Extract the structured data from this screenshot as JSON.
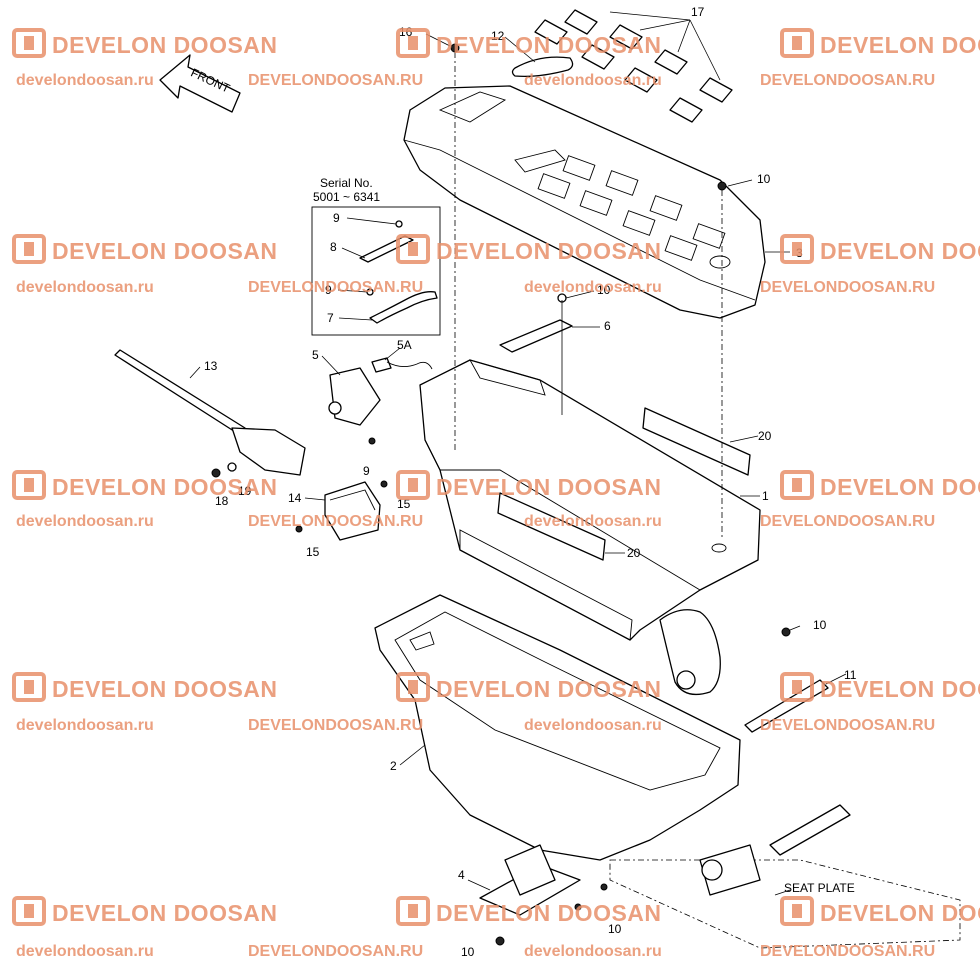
{
  "watermark": {
    "brand": "DEVELON DOOSAN",
    "url_lower": "develondoosan.ru",
    "url_upper": "DEVELONDOOSAN.RU",
    "color": "#e8906a",
    "icon": "develon-doosan-logo-icon"
  },
  "diagram": {
    "front_label": "FRONT",
    "serial_label": "Serial No.",
    "serial_range": "5001 ~ 6341",
    "seat_plate_label": "SEAT PLATE",
    "callouts": [
      "1",
      "2",
      "3",
      "4",
      "5",
      "5A",
      "6",
      "7",
      "8",
      "9",
      "10",
      "11",
      "12",
      "13",
      "14",
      "15",
      "16",
      "17",
      "18",
      "19",
      "20"
    ]
  }
}
